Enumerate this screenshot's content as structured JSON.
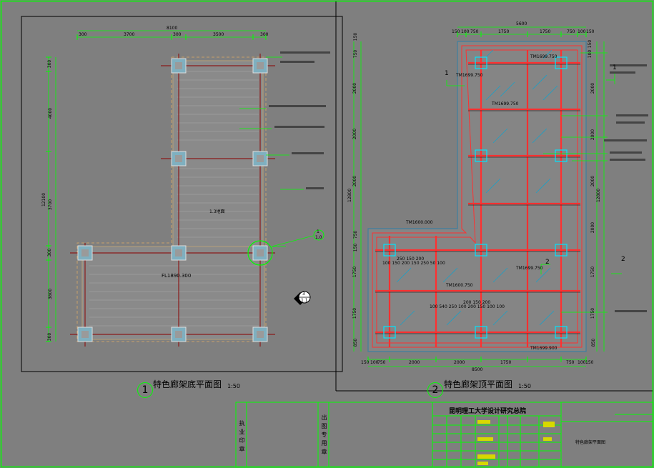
{
  "drawing_left": {
    "title": "特色廊架底平面图",
    "scale": "1:50",
    "number": "1",
    "top_total": "8100",
    "top_dims": [
      "300",
      "3700",
      "300",
      "3500",
      "300"
    ],
    "left_total": "12100",
    "left_dims": [
      "300",
      "4000",
      "3700",
      "300",
      "3800",
      "300"
    ],
    "ground_label": "1.3地面",
    "floor_level": "FL1890.300",
    "section_mark_num": "3",
    "section_mark_ref": "1.1",
    "detail_num": "1",
    "detail_ref": "1.0"
  },
  "drawing_right": {
    "title": "特色廊架顶平面图",
    "scale": "1:50",
    "number": "2",
    "top_total": "5600",
    "top_dims": [
      "150",
      "100",
      "750",
      "1750",
      "1750",
      "750",
      "100",
      "150"
    ],
    "bottom_total": "8500",
    "bottom_dims": [
      "150",
      "100",
      "750",
      "2000",
      "2000",
      "1750",
      "750",
      "100",
      "150"
    ],
    "left_total": "12800",
    "right_total": "12800",
    "left_dims": [
      "150",
      "750",
      "2000",
      "2000",
      "2000",
      "750",
      "150",
      "1750",
      "1750",
      "850"
    ],
    "right_dims": [
      "150",
      "100",
      "2000",
      "2000",
      "2000",
      "2000",
      "1750",
      "1750",
      "850"
    ],
    "levels": [
      "TM1699.750",
      "TM1699.750",
      "TM1699.750",
      "TM1600.000",
      "TM1699.750",
      "TM1600.750",
      "TM1699.900"
    ],
    "section_labels": [
      "1",
      "2",
      "1",
      "2"
    ],
    "inner_dims_1": "250  150  200",
    "inner_dims_2": "100 150  200 150  250 50 100",
    "inner_dims_3": "200 150  200",
    "inner_dims_4": "100   540   250  100  200  150  100  100"
  },
  "title_block": {
    "company": "昆明理工大学设计研究总院",
    "vertical_1": "执业印章",
    "vertical_2": "出图专用章",
    "drawing_name": "特色廊架平面图"
  }
}
